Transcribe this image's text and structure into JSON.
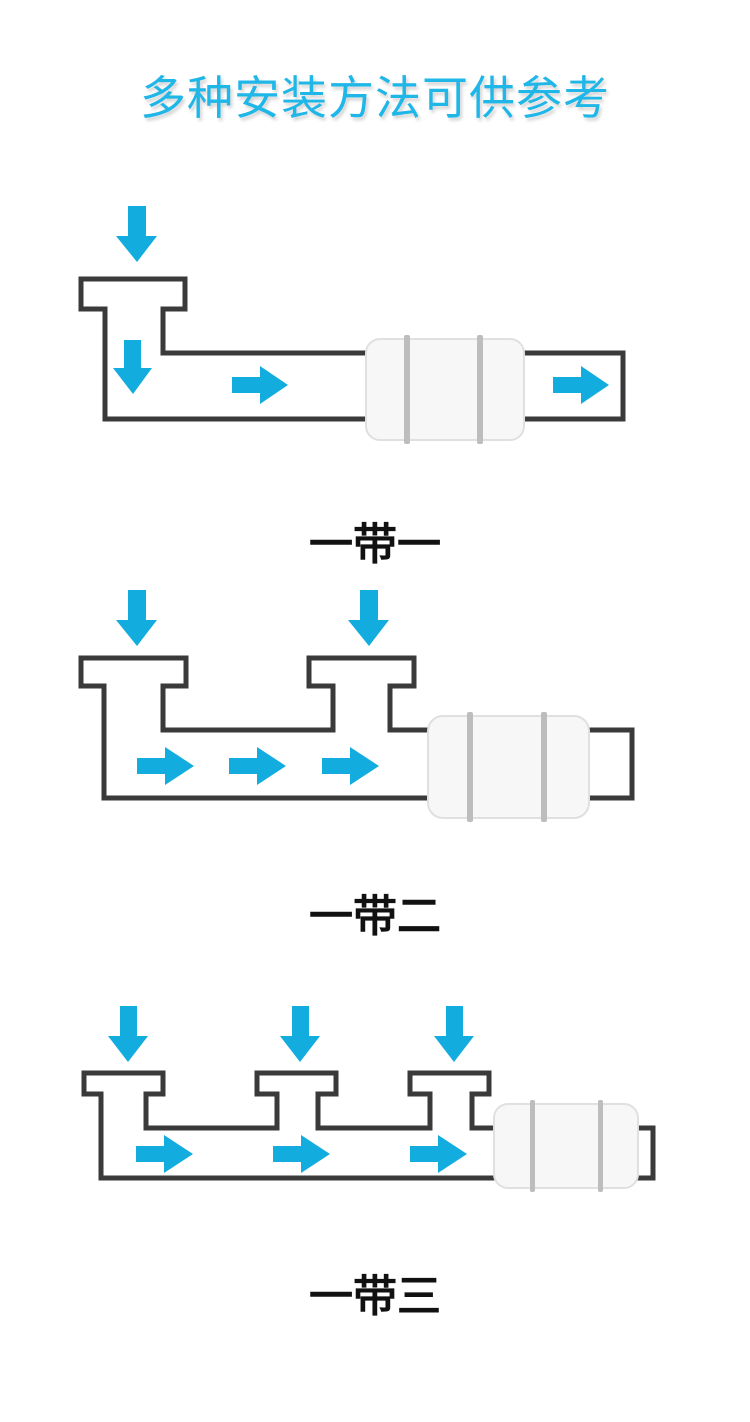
{
  "title": "多种安装方法可供参考",
  "colors": {
    "arrow": "#12acdf",
    "pipe_stroke": "#3a3a3a",
    "fan_body": "#f7f7f7",
    "fan_band": "#bdbdbd",
    "title": "#1fb6e8"
  },
  "diagrams": [
    {
      "label": "一带一",
      "inlets": 1
    },
    {
      "label": "一带二",
      "inlets": 2
    },
    {
      "label": "一带三",
      "inlets": 3
    }
  ]
}
